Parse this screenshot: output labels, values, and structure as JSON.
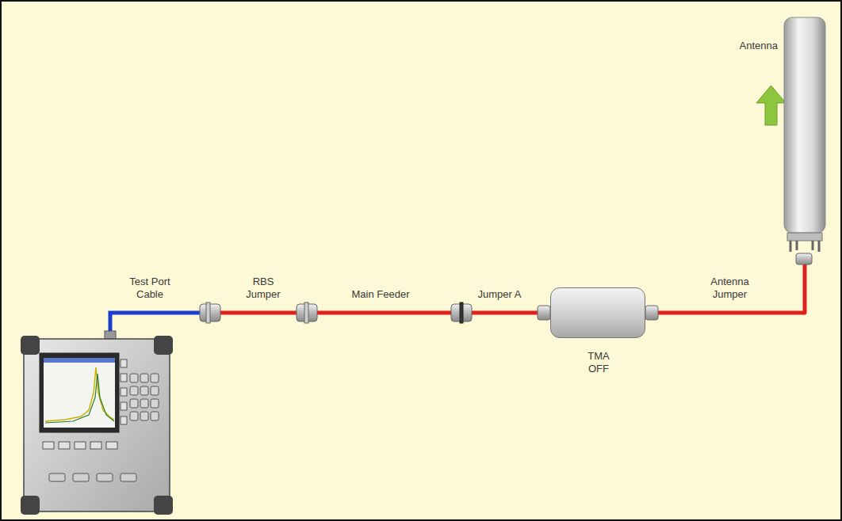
{
  "diagram": {
    "nodes": [
      {
        "text": [
          "TMA OFF"
        ]
      },
      {
        "text": [
          "Antenna"
        ]
      }
    ],
    "edges": [
      {
        "from": 0,
        "to": 1,
        "arrow": "none",
        "label": "Antenna Jumper"
      }
    ],
    "labels": [
      "Test Port Cable",
      "RBS Jumper",
      "Main Feeder",
      "Jumper A"
    ]
  }
}
